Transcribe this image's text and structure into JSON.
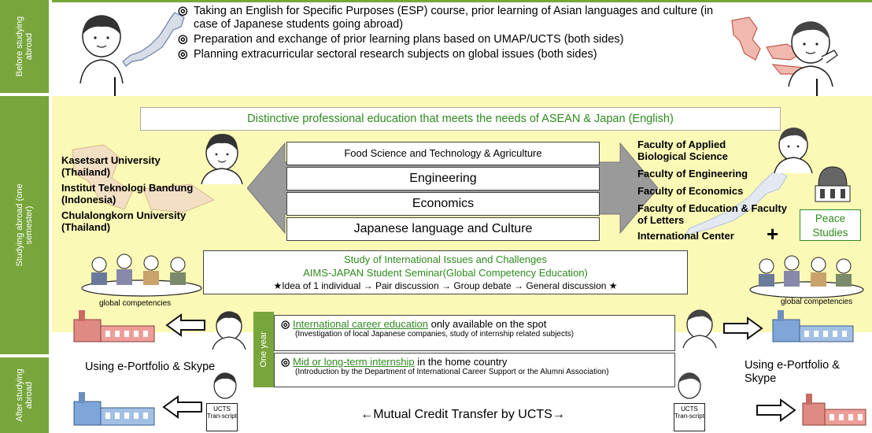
{
  "sidebar": {
    "before": "Before studying abroad",
    "studying": "Studying abroad (one semester)",
    "after": "After studying abroad"
  },
  "before": {
    "bullet_mark": "◎",
    "bullets": [
      "Taking an English for Specific Purposes (ESP) course, prior learning of Asian languages and culture (in case of Japanese students going abroad)",
      "Preparation and exchange of prior learning plans based on UMAP/UCTS (both sides)",
      "Planning extracurricular sectoral research subjects on global issues (both sides)"
    ]
  },
  "studying": {
    "headline": "Distinctive professional education that meets the needs of ASEAN & Japan (English)",
    "universities": [
      "Kasetsart University (Thailand)",
      "Institut Teknologi Bandung (Indonesia)",
      "Chulalongkorn University (Thailand)"
    ],
    "programs": [
      "Food Science and Technology & Agriculture",
      "Engineering",
      "Economics",
      "Japanese language and Culture"
    ],
    "faculties": [
      "Faculty of Applied Biological Science",
      "Faculty of Engineering",
      "Faculty of Economics",
      "Faculty of Education & Faculty of Letters",
      "International Center"
    ],
    "plus": "+",
    "peace": "Peace Studies",
    "seminar": {
      "line1": "Study of International Issues and Challenges",
      "line2": "AIMS-JAPAN Student Seminar(Global Competency Education)",
      "line3": "★Idea of 1 individual → Pair discussion → Group debate → General discussion ★"
    },
    "global_left": "global competencies",
    "global_right": "global competencies"
  },
  "one_year": {
    "label": "One year",
    "career_link": "International career education",
    "career_rest": " only available on the spot",
    "career_note": "(Investigation of local Japanese companies, study of internship related subjects)",
    "intern_link": "Mid or long-term internship",
    "intern_rest": " in the home country",
    "intern_note": "(Introduction by the Department of International Career Support or the Alumni Association)"
  },
  "after": {
    "left_tool": "Using e-Portfolio & Skype",
    "right_tool": "Using e-Portfolio & Skype",
    "transfer": "←Mutual Credit Transfer by UCTS→",
    "transcript": "UCTS Tran-script"
  },
  "colors": {
    "sidebar": "#78a63c",
    "band": "#fbf9b6",
    "accent_green": "#2e8b1e",
    "arrow_gray": "#9a9a9a"
  }
}
